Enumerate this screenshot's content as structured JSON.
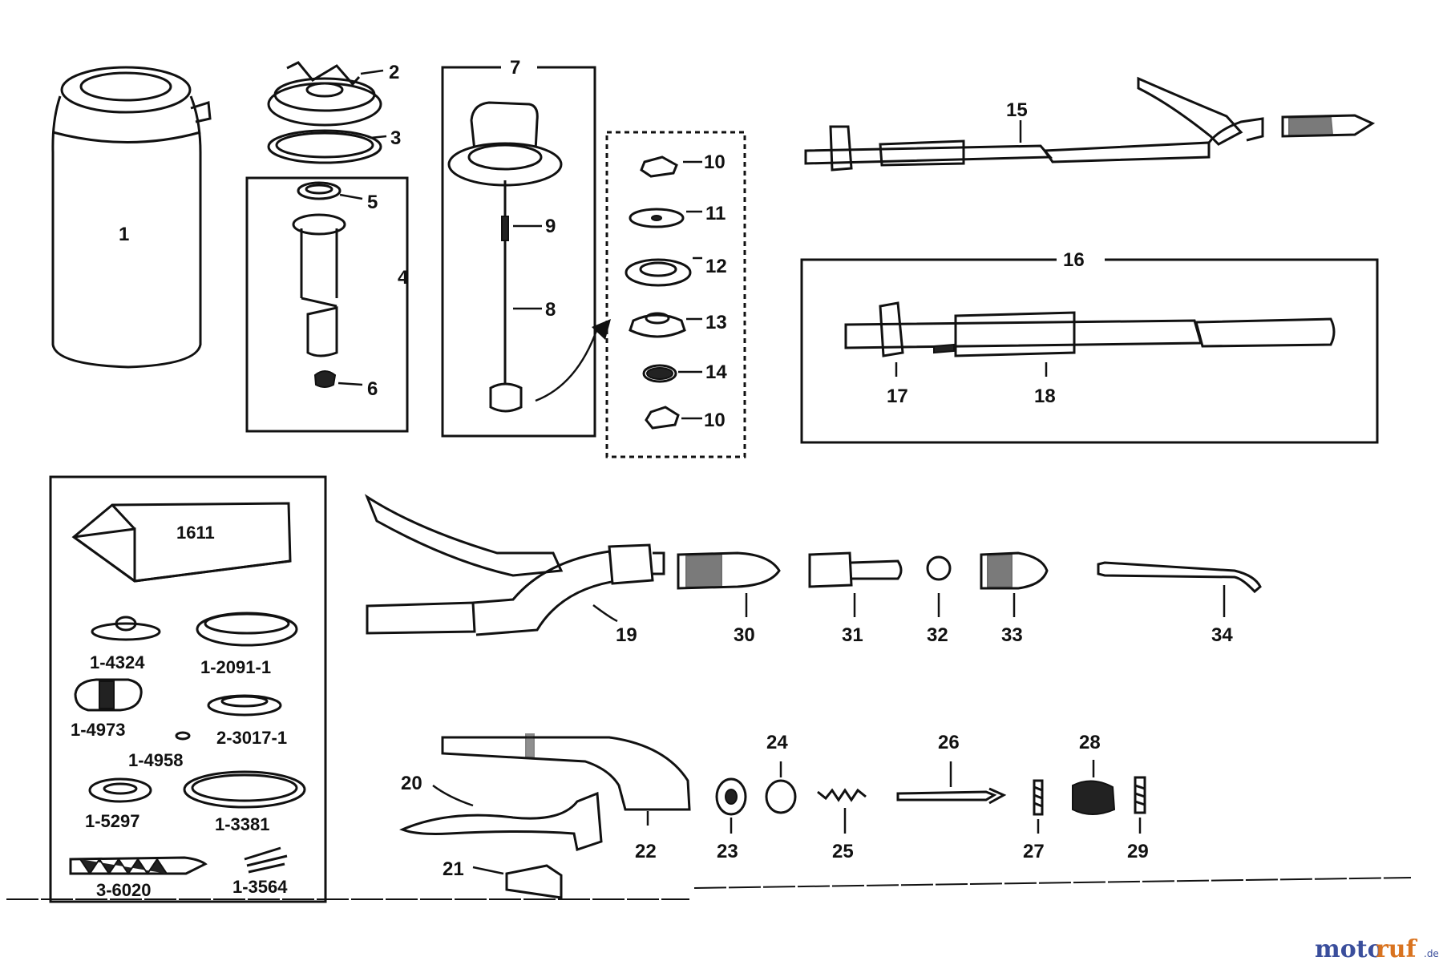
{
  "labels": {
    "p1": "1",
    "p2": "2",
    "p3": "3",
    "p4": "4",
    "p5": "5",
    "p6": "6",
    "p7": "7",
    "p8": "8",
    "p9": "9",
    "p10a": "10",
    "p10b": "10",
    "p11": "11",
    "p12": "12",
    "p13": "13",
    "p14": "14",
    "p15": "15",
    "p16": "16",
    "p17": "17",
    "p18": "18",
    "p19": "19",
    "p20": "20",
    "p21": "21",
    "p22": "22",
    "p23": "23",
    "p24": "24",
    "p25": "25",
    "p26": "26",
    "p27": "27",
    "p28": "28",
    "p29": "29",
    "p30": "30",
    "p31": "31",
    "p32": "32",
    "p33": "33",
    "p34": "34"
  },
  "kit": {
    "box_label": "1611",
    "items": [
      "1-4324",
      "1-2091-1",
      "1-4973",
      "2-3017-1",
      "1-4958",
      "1-5297",
      "1-3381",
      "3-6020",
      "1-3564"
    ]
  },
  "watermark": {
    "part1": "moto",
    "part2": "ruf",
    "suffix": ".de"
  },
  "colors": {
    "ink": "#111111",
    "watermark_blue": "#3a4e9c",
    "watermark_orange": "#d9731f"
  }
}
